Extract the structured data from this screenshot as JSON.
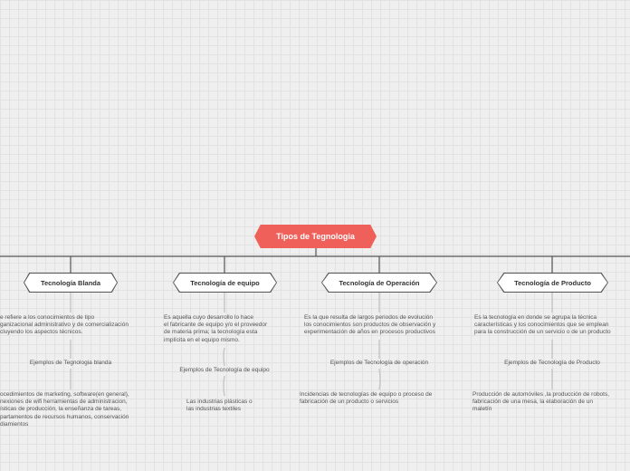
{
  "root": {
    "label": "Tipos de Tegnologia"
  },
  "branches": [
    {
      "title": "Tecnología Blanda",
      "definition": "e refiere a los conocimientos de tipo\nganizacional administrativo y de comercialización\ncluyendo los aspectos técnicos.",
      "examples_label": "Ejemplos de Tegnologia blanda",
      "examples": "ocedimientos de marketing, software(en general),\nnexiones de wifi herramientas de administracion,\nísticas de producción, la enseñanza de tareas,\npartamentos de recursos humanos, conservación\ndiamientos"
    },
    {
      "title": "Tecnología de equipo",
      "definition": "Es aquella cuyo desarrollo lo hace\nel fabricante de equipo y/o el proveedor\nde materia prima; la tecnología esta\nimplícita en el equipo mismo.",
      "examples_label": "Ejemplos de Tecnología de equipo",
      "examples": "Las industrias plásticas o\nlas industrias textiles"
    },
    {
      "title": "Tecnología de Operación",
      "definition": "Es la que resulta de largos periodos de evolución\nlos conocimientos son productos de observación y\nexperimentación de años en procesos productivos",
      "examples_label": "Ejemplos de Tecnología de operación",
      "examples": "Incidencias de tecnologías de equipo o proceso de\nfabricación de un producto o servicios"
    },
    {
      "title": "Tecnología de Producto",
      "definition": "Es la tecnología en donde se agrupa la técnica\ncaracterísticas y los conocimientos que se emplean\npara la construcción de un servicio o de un producto",
      "examples_label": "Ejemplos de Tecnología de Producto",
      "examples": "Producción de automóviles ,la producción de robots,\nfabricación de una mesa, la elaboración de un\nmaletín"
    }
  ]
}
